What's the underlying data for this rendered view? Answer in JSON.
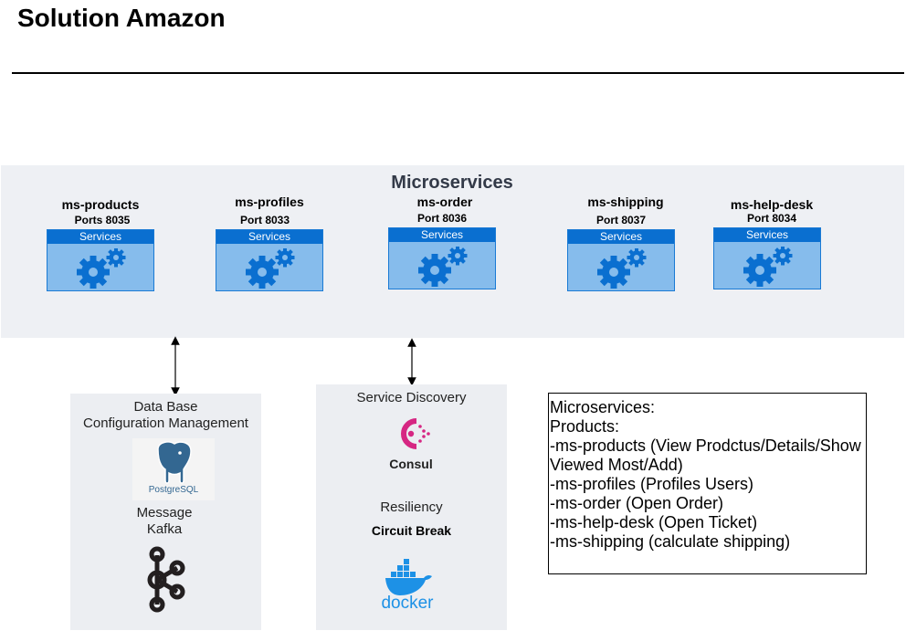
{
  "title": "Solution Amazon",
  "microservices": {
    "heading": "Microservices",
    "items": [
      {
        "name": "ms-products",
        "port": "Ports 8035",
        "box_label": "Services"
      },
      {
        "name": "ms-profiles",
        "port": "Port 8033",
        "box_label": "Services"
      },
      {
        "name": "ms-order",
        "port": "Port 8036",
        "box_label": "Services"
      },
      {
        "name": "ms-shipping",
        "port": "Port 8037",
        "box_label": "Services"
      },
      {
        "name": "ms-help-desk",
        "port": "Port 8034",
        "box_label": "Services"
      }
    ]
  },
  "database_panel": {
    "line1": "Data Base",
    "line2": "Configuration Management",
    "postgres_logo_text": "PostgreSQL",
    "message_line1": "Message",
    "message_line2": "Kafka"
  },
  "discovery_panel": {
    "title": "Service Discovery",
    "consul_logo_text": "Consul",
    "resiliency": "Resiliency",
    "circuit_break": "Circuit Break",
    "docker_logo_text": "docker"
  },
  "notes": {
    "lines": [
      "Microservices:",
      "Products:",
      "-ms-products (View Prodctus/Details/Show",
      "Viewed Most/Add)",
      "-ms-profiles (Profiles Users)",
      "-ms-order (Open Order)",
      "-ms-help-desk (Open Ticket)",
      "-ms-shipping (calculate shipping)"
    ]
  },
  "colors": {
    "service_header": "#0a6fd0",
    "service_body": "#86bcec",
    "gear": "#0a6fd0",
    "consul": "#d62783",
    "docker": "#1d91e6",
    "kafka": "#231f20",
    "panel_bg": "#eef0f4"
  }
}
